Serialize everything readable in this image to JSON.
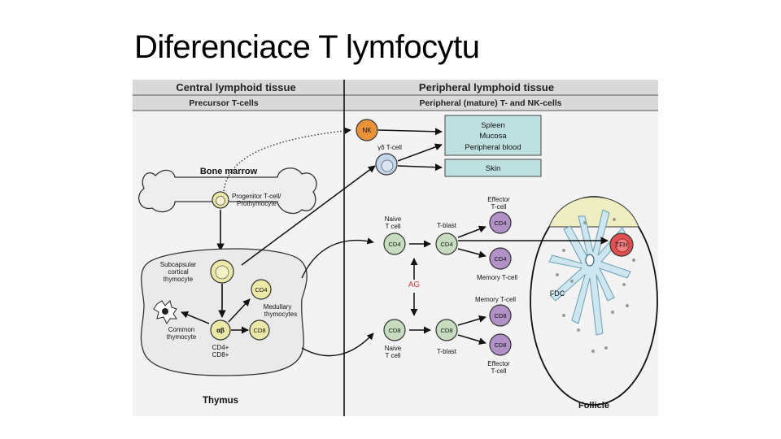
{
  "slide": {
    "title": "Diferenciace T lymfocytu"
  },
  "diagram": {
    "header": {
      "central": "Central lymphoid tissue",
      "peripheral": "Peripheral lymphoid tissue",
      "precursor": "Precursor T-cells",
      "peripheral_mature": "Peripheral (mature) T- and NK-cells"
    },
    "bone_marrow": {
      "label": "Bone marrow",
      "progenitor_1": "Progenitor T-cell/",
      "progenitor_2": "Prothymocyte"
    },
    "thymus": {
      "label": "Thymus",
      "subcapsular_1": "Subcapsular",
      "subcapsular_2": "cortical",
      "subcapsular_3": "thymocyte",
      "common_1": "Common",
      "common_2": "thymocyte",
      "ab": "αβ",
      "cd4cd8_1": "CD4+",
      "cd4cd8_2": "CD8+",
      "medullary_1": "Medullary",
      "medullary_2": "thymocytes",
      "cd4": "CD4",
      "cd8": "CD8"
    },
    "peripheral": {
      "nk": "NK",
      "gd": "γδ T-cell",
      "destinations_1": "Spleen",
      "destinations_2": "Mucosa",
      "destinations_3": "Peripheral blood",
      "skin": "Skin",
      "naive_1": "Naive",
      "naive_2": "T cell",
      "tblast": "T-blast",
      "effector_1": "Effector",
      "effector_2": "T-cell",
      "memory": "Memory T-cell",
      "ag": "AG",
      "cd4": "CD4",
      "cd8": "CD8",
      "tfh": "TFH",
      "fdc": "FDC",
      "follicle": "Follicle"
    },
    "colors": {
      "header_bg": "#d9d9d9",
      "box_teal": "#bfe0e0",
      "nk_orange": "#e8923a",
      "gd_blue": "#c3d5ea",
      "yellow_cell": "#ece9a8",
      "green_cell": "#c6dcbf",
      "purple_cell": "#b292c6",
      "red_cell": "#e05050",
      "fdc_blue": "#cde6f0",
      "follicle_cap": "#eeeec2"
    }
  }
}
